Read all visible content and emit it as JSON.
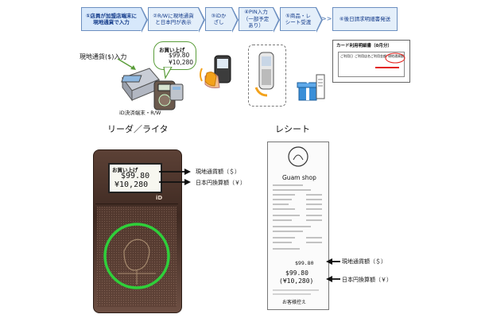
{
  "flow": {
    "steps": [
      "①店員が加盟店端末に現地通貨で入力",
      "②R/Wに現地通貨と日本円が表示",
      "③iDかざし",
      "④PIN入力（一部予定あり）",
      "⑤商品・レシート受渡",
      "⑥後日請求明細書発送"
    ],
    "separator": ">>"
  },
  "scene": {
    "input_label": "現地通貨($)入力",
    "terminal_label": "iD決済端末・R/W",
    "callout_title": "お買い上げ",
    "callout_usd": "$99.80",
    "callout_jpy": "¥10,280",
    "statement_title": "カード利用明細書（0月分）",
    "statement_headers": [
      "ご利用日",
      "ご利用店名",
      "ご利用金額",
      "現地通貨額"
    ]
  },
  "reader": {
    "title": "リーダ／ライタ",
    "screen_title": "お買い上げ",
    "usd": "$99.80",
    "jpy": "¥10,280",
    "brand": "iD",
    "label_local": "現地通貨額（＄）",
    "label_jpy": "日本円換算額（￥）"
  },
  "receipt": {
    "title": "レシート",
    "shop": "Guam shop",
    "usd": "$99.80",
    "usd2": "$99.80",
    "jpy": "(¥10,280)",
    "footer": "お客様控え",
    "label_local": "現地通貨額（＄）",
    "label_jpy": "日本円換算額（￥）"
  },
  "colors": {
    "step_fill": "#e4effa",
    "step_border": "#6c8fc0",
    "callout_border": "#5a9d3a",
    "terminal": "#4a3128",
    "ring": "#2fcf3a",
    "highlight": "#e3201b"
  }
}
